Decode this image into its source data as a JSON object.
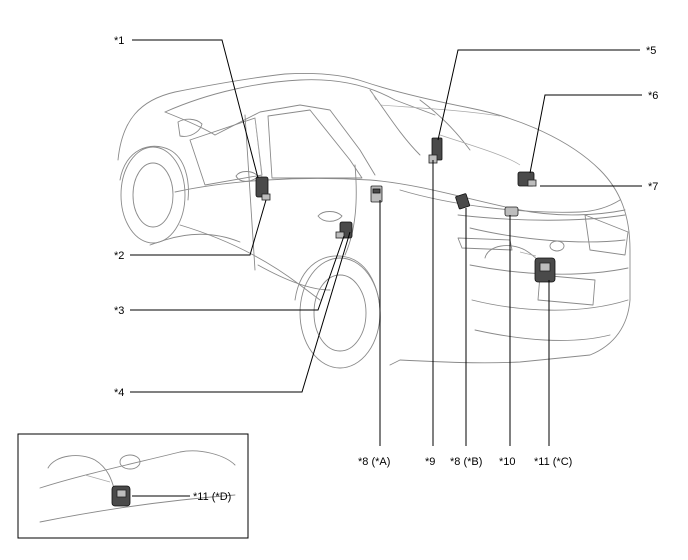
{
  "labels": {
    "c1": "*1",
    "c2": "*2",
    "c3": "*3",
    "c4": "*4",
    "c5": "*5",
    "c6": "*6",
    "c7": "*7",
    "c8a": "*8 (*A)",
    "c9": "*9",
    "c8b": "*8 (*B)",
    "c10": "*10",
    "c11c": "*11 (*C)",
    "c11d": "*11 (*D)"
  }
}
